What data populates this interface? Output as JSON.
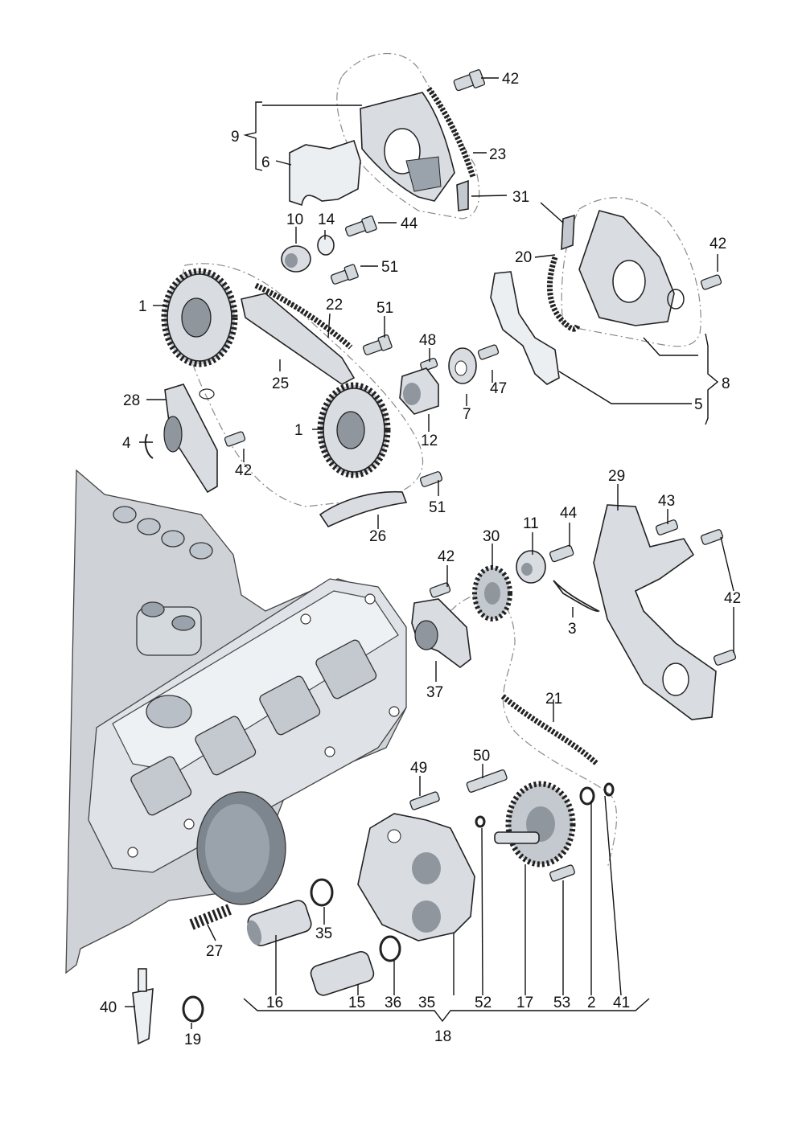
{
  "callouts": [
    {
      "id": "c42a",
      "text": "42"
    },
    {
      "id": "c9",
      "text": "9"
    },
    {
      "id": "c23",
      "text": "23"
    },
    {
      "id": "c6",
      "text": "6"
    },
    {
      "id": "c31",
      "text": "31"
    },
    {
      "id": "c10",
      "text": "10"
    },
    {
      "id": "c14",
      "text": "14"
    },
    {
      "id": "c44a",
      "text": "44"
    },
    {
      "id": "c42b",
      "text": "42"
    },
    {
      "id": "c51a",
      "text": "51"
    },
    {
      "id": "c20",
      "text": "20"
    },
    {
      "id": "c1a",
      "text": "1"
    },
    {
      "id": "c22",
      "text": "22"
    },
    {
      "id": "c51b",
      "text": "51"
    },
    {
      "id": "c48",
      "text": "48"
    },
    {
      "id": "c25",
      "text": "25"
    },
    {
      "id": "c47",
      "text": "47"
    },
    {
      "id": "c8",
      "text": "8"
    },
    {
      "id": "c28",
      "text": "28"
    },
    {
      "id": "c7",
      "text": "7"
    },
    {
      "id": "c5",
      "text": "5"
    },
    {
      "id": "c1b",
      "text": "1"
    },
    {
      "id": "c12",
      "text": "12"
    },
    {
      "id": "c4",
      "text": "4"
    },
    {
      "id": "c42c",
      "text": "42"
    },
    {
      "id": "c29",
      "text": "29"
    },
    {
      "id": "c51c",
      "text": "51"
    },
    {
      "id": "c43",
      "text": "43"
    },
    {
      "id": "c11",
      "text": "11"
    },
    {
      "id": "c44b",
      "text": "44"
    },
    {
      "id": "c30",
      "text": "30"
    },
    {
      "id": "c26",
      "text": "26"
    },
    {
      "id": "c42d",
      "text": "42"
    },
    {
      "id": "c42e",
      "text": "42"
    },
    {
      "id": "c3",
      "text": "3"
    },
    {
      "id": "c37",
      "text": "37"
    },
    {
      "id": "c21",
      "text": "21"
    },
    {
      "id": "c50",
      "text": "50"
    },
    {
      "id": "c49",
      "text": "49"
    },
    {
      "id": "c35a",
      "text": "35"
    },
    {
      "id": "c27",
      "text": "27"
    },
    {
      "id": "c40",
      "text": "40"
    },
    {
      "id": "c16",
      "text": "16"
    },
    {
      "id": "c15",
      "text": "15"
    },
    {
      "id": "c36",
      "text": "36"
    },
    {
      "id": "c35b",
      "text": "35"
    },
    {
      "id": "c52",
      "text": "52"
    },
    {
      "id": "c17",
      "text": "17"
    },
    {
      "id": "c53",
      "text": "53"
    },
    {
      "id": "c2",
      "text": "2"
    },
    {
      "id": "c41",
      "text": "41"
    },
    {
      "id": "c18",
      "text": "18"
    },
    {
      "id": "c19",
      "text": "19"
    }
  ],
  "colors": {
    "line": "#111111",
    "part_fill": "#d9dde2",
    "part_shadow": "#8f969e",
    "assembly_dash": "#8a8a8a",
    "background": "#ffffff"
  }
}
